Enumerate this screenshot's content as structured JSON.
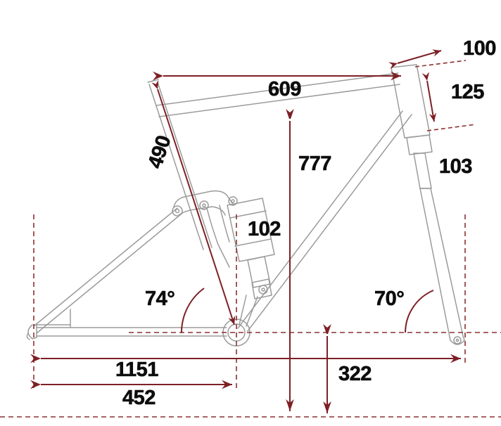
{
  "diagram": {
    "title": "Bicycle frame geometry dimension drawing",
    "units": "mm",
    "colors": {
      "dimension_line": "#7d2026",
      "dimension_line_light": "#8c3a3f",
      "frame_outline": "#9a9a9a",
      "frame_outline_dark": "#7d7d7d",
      "label_text": "#0d0d0d",
      "background": "#ffffff",
      "reference_dashed": "#8c3030"
    }
  },
  "dimensions": {
    "stack_to_head_tube_top": {
      "value": "100",
      "name": "head-tube-top-extension",
      "arrow_style": "double-arrow-diagonal"
    },
    "top_tube_horizontal": {
      "value": "609",
      "name": "effective-top-tube",
      "arrow_style": "double-arrow-horizontal"
    },
    "head_tube_length": {
      "value": "125",
      "name": "head-tube-length",
      "arrow_style": "double-arrow-angled"
    },
    "fork_crown_to_axle": {
      "value": "103",
      "name": "fork-crown-segment",
      "arrow_style": "leader-none"
    },
    "seat_tube_length": {
      "value": "490",
      "name": "seat-tube-length",
      "arrow_style": "double-arrow-angled",
      "rotation_deg": -72
    },
    "stack_height": {
      "value": "777",
      "name": "stack-height",
      "arrow_style": "double-arrow-vertical"
    },
    "shock_eye_to_eye": {
      "value": "102",
      "name": "rear-shock-stroke",
      "arrow_style": "leader-none"
    },
    "seat_tube_angle": {
      "value": "74°",
      "name": "seat-tube-angle",
      "arrow_style": "arc"
    },
    "head_tube_angle": {
      "value": "70°",
      "name": "head-tube-angle",
      "arrow_style": "arc"
    },
    "wheelbase": {
      "value": "1151",
      "name": "wheelbase",
      "arrow_style": "double-arrow-horizontal"
    },
    "chainstay_length": {
      "value": "452",
      "name": "chainstay-length",
      "arrow_style": "double-arrow-horizontal"
    },
    "bottom_bracket_height": {
      "value": "322",
      "name": "bottom-bracket-height",
      "arrow_style": "double-arrow-vertical"
    }
  }
}
